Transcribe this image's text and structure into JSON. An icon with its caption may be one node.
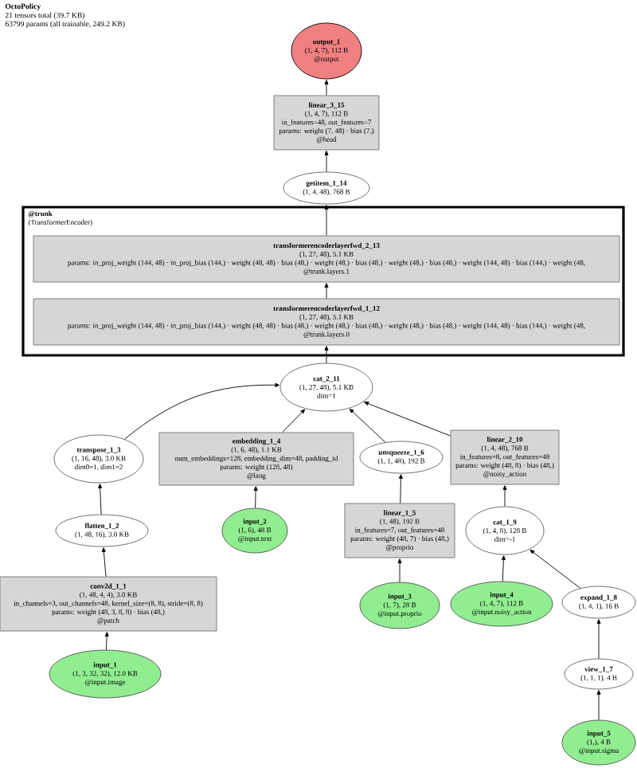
{
  "diagram": {
    "title": "OctoPolicy",
    "labels": [
      "21 tensors total (39.7 KB)",
      "63799 params (all trainable, 249.2 KB)"
    ],
    "nodes": [
      {
        "text": [
          "output_1",
          "(1, 4, 7), 112 B",
          "@output"
        ]
      },
      {
        "text": [
          "linear_3_15",
          "(1, 4, 7), 112 B",
          "in_features=48, out_features=7",
          "params: weight (7, 48) · bias (7,)",
          "@head"
        ]
      },
      {
        "text": [
          "getitem_1_14",
          "(1, 4, 48), 768 B"
        ]
      },
      {
        "text": [
          "@trunk",
          "(TransformerEncoder)"
        ]
      },
      {
        "text": [
          "transformerencoderlayerfwd_2_13",
          "(1, 27, 48), 5.1 KB",
          "params: in_proj_weight (144, 48) · in_proj_bias (144,) · weight (48, 48) · bias (48,) · weight (48,) · bias (48,) · weight (48,) · bias (48,) · weight (144, 48) · bias (144,) · weight (48,",
          "@trunk.layers.1"
        ],
        "in": 3
      },
      {
        "text": [
          "transformerencoderlayerfwd_1_12",
          "(1, 27, 48), 5.1 KB",
          "params: in_proj_weight (144, 48) · in_proj_bias (144,) · weight (48, 48) · bias (48,) · weight (48,) · bias (48,) · weight (48,) · bias (48,) · weight (144, 48) · bias (144,) · weight (48,",
          "@trunk.layers.0"
        ],
        "in": 3
      },
      {
        "text": [
          "cat_2_11",
          "(1, 27, 48), 5.1 KB",
          "dim=1"
        ]
      },
      {
        "text": [
          "transpose_1_3",
          "(1, 16, 48), 3.0 KB",
          "dim0=1, dim1=2"
        ]
      },
      {
        "text": [
          "embedding_1_4",
          "(1, 6, 48), 1.1 KB",
          "num_embeddings=128, embedding_dim=48, padding_id",
          "params: weight (128, 48)",
          "@lang"
        ]
      },
      {
        "text": [
          "unsqueeze_1_6",
          "(1, 1, 48), 192 B"
        ]
      },
      {
        "text": [
          "linear_2_10",
          "(1, 4, 48), 768 B",
          "in_features=8, out_features=48",
          "params: weight (48, 8) · bias (48,)",
          "@noisy_action"
        ]
      },
      {
        "text": [
          "flatten_1_2",
          "(1, 48, 16), 3.0 KB"
        ]
      },
      {
        "text": [
          "input_2",
          "(1, 6), 48 B",
          "@input.text"
        ]
      },
      {
        "text": [
          "linear_1_5",
          "(1, 48), 192 B",
          "in_features=7, out_features=48",
          "params: weight (48, 7) · bias (48,)",
          "@proprio"
        ]
      },
      {
        "text": [
          "cat_1_9",
          "(1, 4, 8), 128 B",
          "dim=-1"
        ]
      },
      {
        "text": [
          "conv2d_1_1",
          "(1, 48, 4, 4), 3.0 KB",
          "in_channels=3, out_channels=48, kernel_size=(8, 8), stride=(8, 8)",
          "params: weight (48, 3, 8, 8) · bias (48,)",
          "@patch"
        ]
      },
      {
        "text": [
          "input_3",
          "(1, 7), 28 B",
          "@input.proprio"
        ]
      },
      {
        "text": [
          "input_4",
          "(1, 4, 7), 112 B",
          "@input.noisy_action"
        ]
      },
      {
        "text": [
          "expand_1_8",
          "(1, 4, 1), 16 B"
        ]
      },
      {
        "text": [
          "input_1",
          "(1, 3, 32, 32), 12.0 KB",
          "@input.image"
        ]
      },
      {
        "text": [
          "view_1_7",
          "(1, 1, 1), 4 B"
        ]
      },
      {
        "text": [
          "input_5",
          "(1,), 4 B",
          "@input.sigma"
        ]
      }
    ],
    "edges": [
      {
        "from": 19,
        "to": 15,
        "arrow": "to"
      },
      {
        "from": 15,
        "to": 11,
        "arrow": "to"
      },
      {
        "from": 11,
        "to": 7,
        "arrow": "to"
      },
      {
        "from": 7,
        "to": 6,
        "arrow": "to"
      },
      {
        "from": 12,
        "to": 8,
        "arrow": "to"
      },
      {
        "from": 8,
        "to": 6,
        "arrow": "to"
      },
      {
        "from": 16,
        "to": 13,
        "arrow": "to"
      },
      {
        "from": 13,
        "to": 9,
        "arrow": "to"
      },
      {
        "from": 9,
        "to": 6,
        "arrow": "to"
      },
      {
        "from": 17,
        "to": 14,
        "arrow": "to"
      },
      {
        "from": 21,
        "to": 20,
        "arrow": "to"
      },
      {
        "from": 20,
        "to": 18,
        "arrow": "to"
      },
      {
        "from": 18,
        "to": 14,
        "arrow": "to"
      },
      {
        "from": 14,
        "to": 10,
        "arrow": "to"
      },
      {
        "from": 10,
        "to": 6,
        "arrow": "to"
      },
      {
        "from": 6,
        "to": 5,
        "arrow": "to"
      },
      {
        "from": 5,
        "to": 4,
        "arrow": "to"
      },
      {
        "from": 4,
        "to": 2,
        "arrow": "to"
      },
      {
        "from": 2,
        "to": 1,
        "arrow": "to"
      },
      {
        "from": 1,
        "to": 0,
        "arrow": "to"
      }
    ]
  }
}
